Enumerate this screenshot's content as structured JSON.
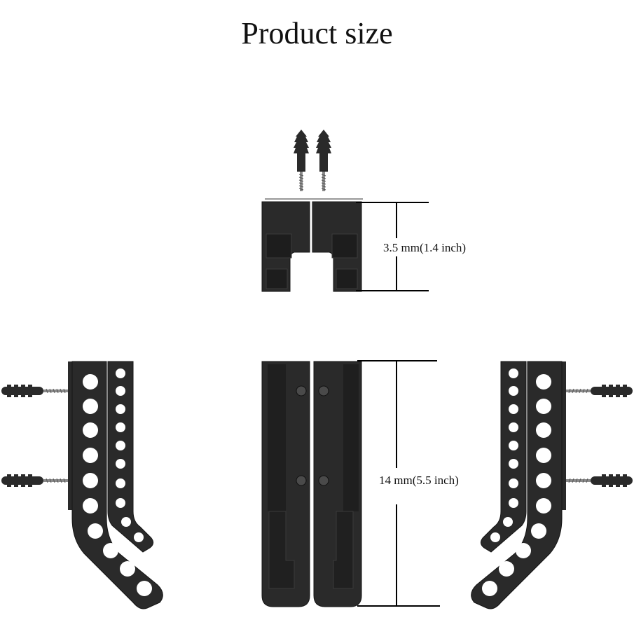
{
  "title": "Product size",
  "dimensions": {
    "top_height": "3.5 mm(1.4 inch)",
    "front_height": "14 mm(5.5 inch)"
  },
  "colors": {
    "bracket": "#2a2a2a",
    "bracket_edge": "#151515",
    "highlight": "#444444",
    "line": "#000000",
    "background": "#ffffff"
  },
  "icons": {
    "wall_anchor": "wall-anchor-icon",
    "screw": "screw-icon"
  }
}
